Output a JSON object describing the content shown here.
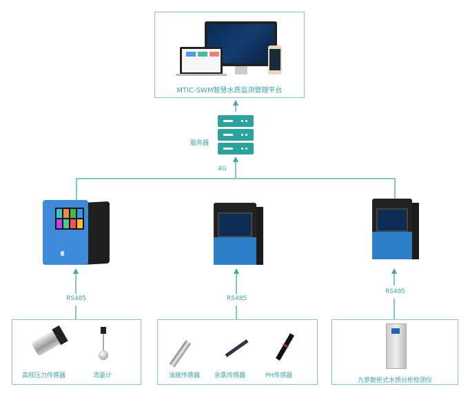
{
  "platform": {
    "label": "MTIC-SWM智慧水质监测管理平台"
  },
  "server": {
    "label": "服务器",
    "icon": "server-icon"
  },
  "link": {
    "network": "4G"
  },
  "buses": [
    {
      "label": "RS485"
    },
    {
      "label": "RS485"
    },
    {
      "label": "RS485"
    }
  ],
  "groups": [
    {
      "items": [
        {
          "label": "高频压力传感器"
        },
        {
          "label": "流量计"
        }
      ]
    },
    {
      "items": [
        {
          "label": "浊度传感器"
        },
        {
          "label": "余氯传感器"
        },
        {
          "label": "PH传感器"
        }
      ]
    },
    {
      "items": [
        {
          "label": "九参数柜式水质分析检测仪"
        }
      ]
    }
  ],
  "colors": {
    "line": "#7cc9c6",
    "accent": "#2aa39c",
    "text": "#3aa7a2"
  }
}
